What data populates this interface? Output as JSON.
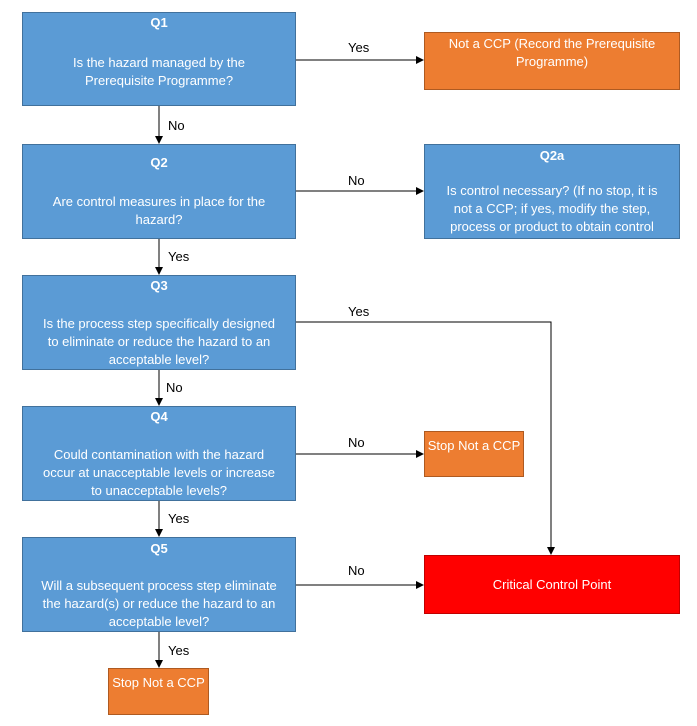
{
  "q1": {
    "title": "Q1",
    "lines": [
      "Is the hazard managed by the",
      "Prerequisite Programme?"
    ]
  },
  "not_ccp_prp": {
    "lines": [
      "Not a CCP",
      "(Record the Prerequisite",
      "Programme)"
    ]
  },
  "q2": {
    "title": "Q2",
    "lines": [
      "Are control measures in place for the",
      "hazard?"
    ]
  },
  "q2a": {
    "title": "Q2a",
    "lines": [
      "Is control necessary? (If no stop, it is",
      "not a CCP; if yes, modify the step,",
      "process or product to obtain control"
    ]
  },
  "q3": {
    "title": "Q3",
    "lines": [
      "Is the process step specifically designed",
      "to eliminate or reduce the hazard to an",
      "acceptable level?"
    ]
  },
  "q4": {
    "title": "Q4",
    "lines": [
      "Could contamination with the hazard",
      "occur at unacceptable levels or increase",
      "to unacceptable levels?"
    ]
  },
  "stop_q4": {
    "lines": [
      "Stop",
      "Not a CCP"
    ]
  },
  "q5": {
    "title": "Q5",
    "lines": [
      "Will a subsequent process step eliminate",
      "the hazard(s) or reduce the hazard to an",
      "acceptable level?"
    ]
  },
  "ccp": {
    "label": "Critical Control Point"
  },
  "stop_q5": {
    "lines": [
      "Stop",
      "Not a CCP"
    ]
  },
  "labels": {
    "q1_yes": "Yes",
    "q1_no": "No",
    "q2_no": "No",
    "q2_yes": "Yes",
    "q3_yes": "Yes",
    "q3_no": "No",
    "q4_no": "No",
    "q4_yes": "Yes",
    "q5_no": "No",
    "q5_yes": "Yes"
  },
  "colors": {
    "question_fill": "#5b9bd5",
    "stop_fill": "#ed7d31",
    "ccp_fill": "#ff0000",
    "connector": "#000000"
  }
}
